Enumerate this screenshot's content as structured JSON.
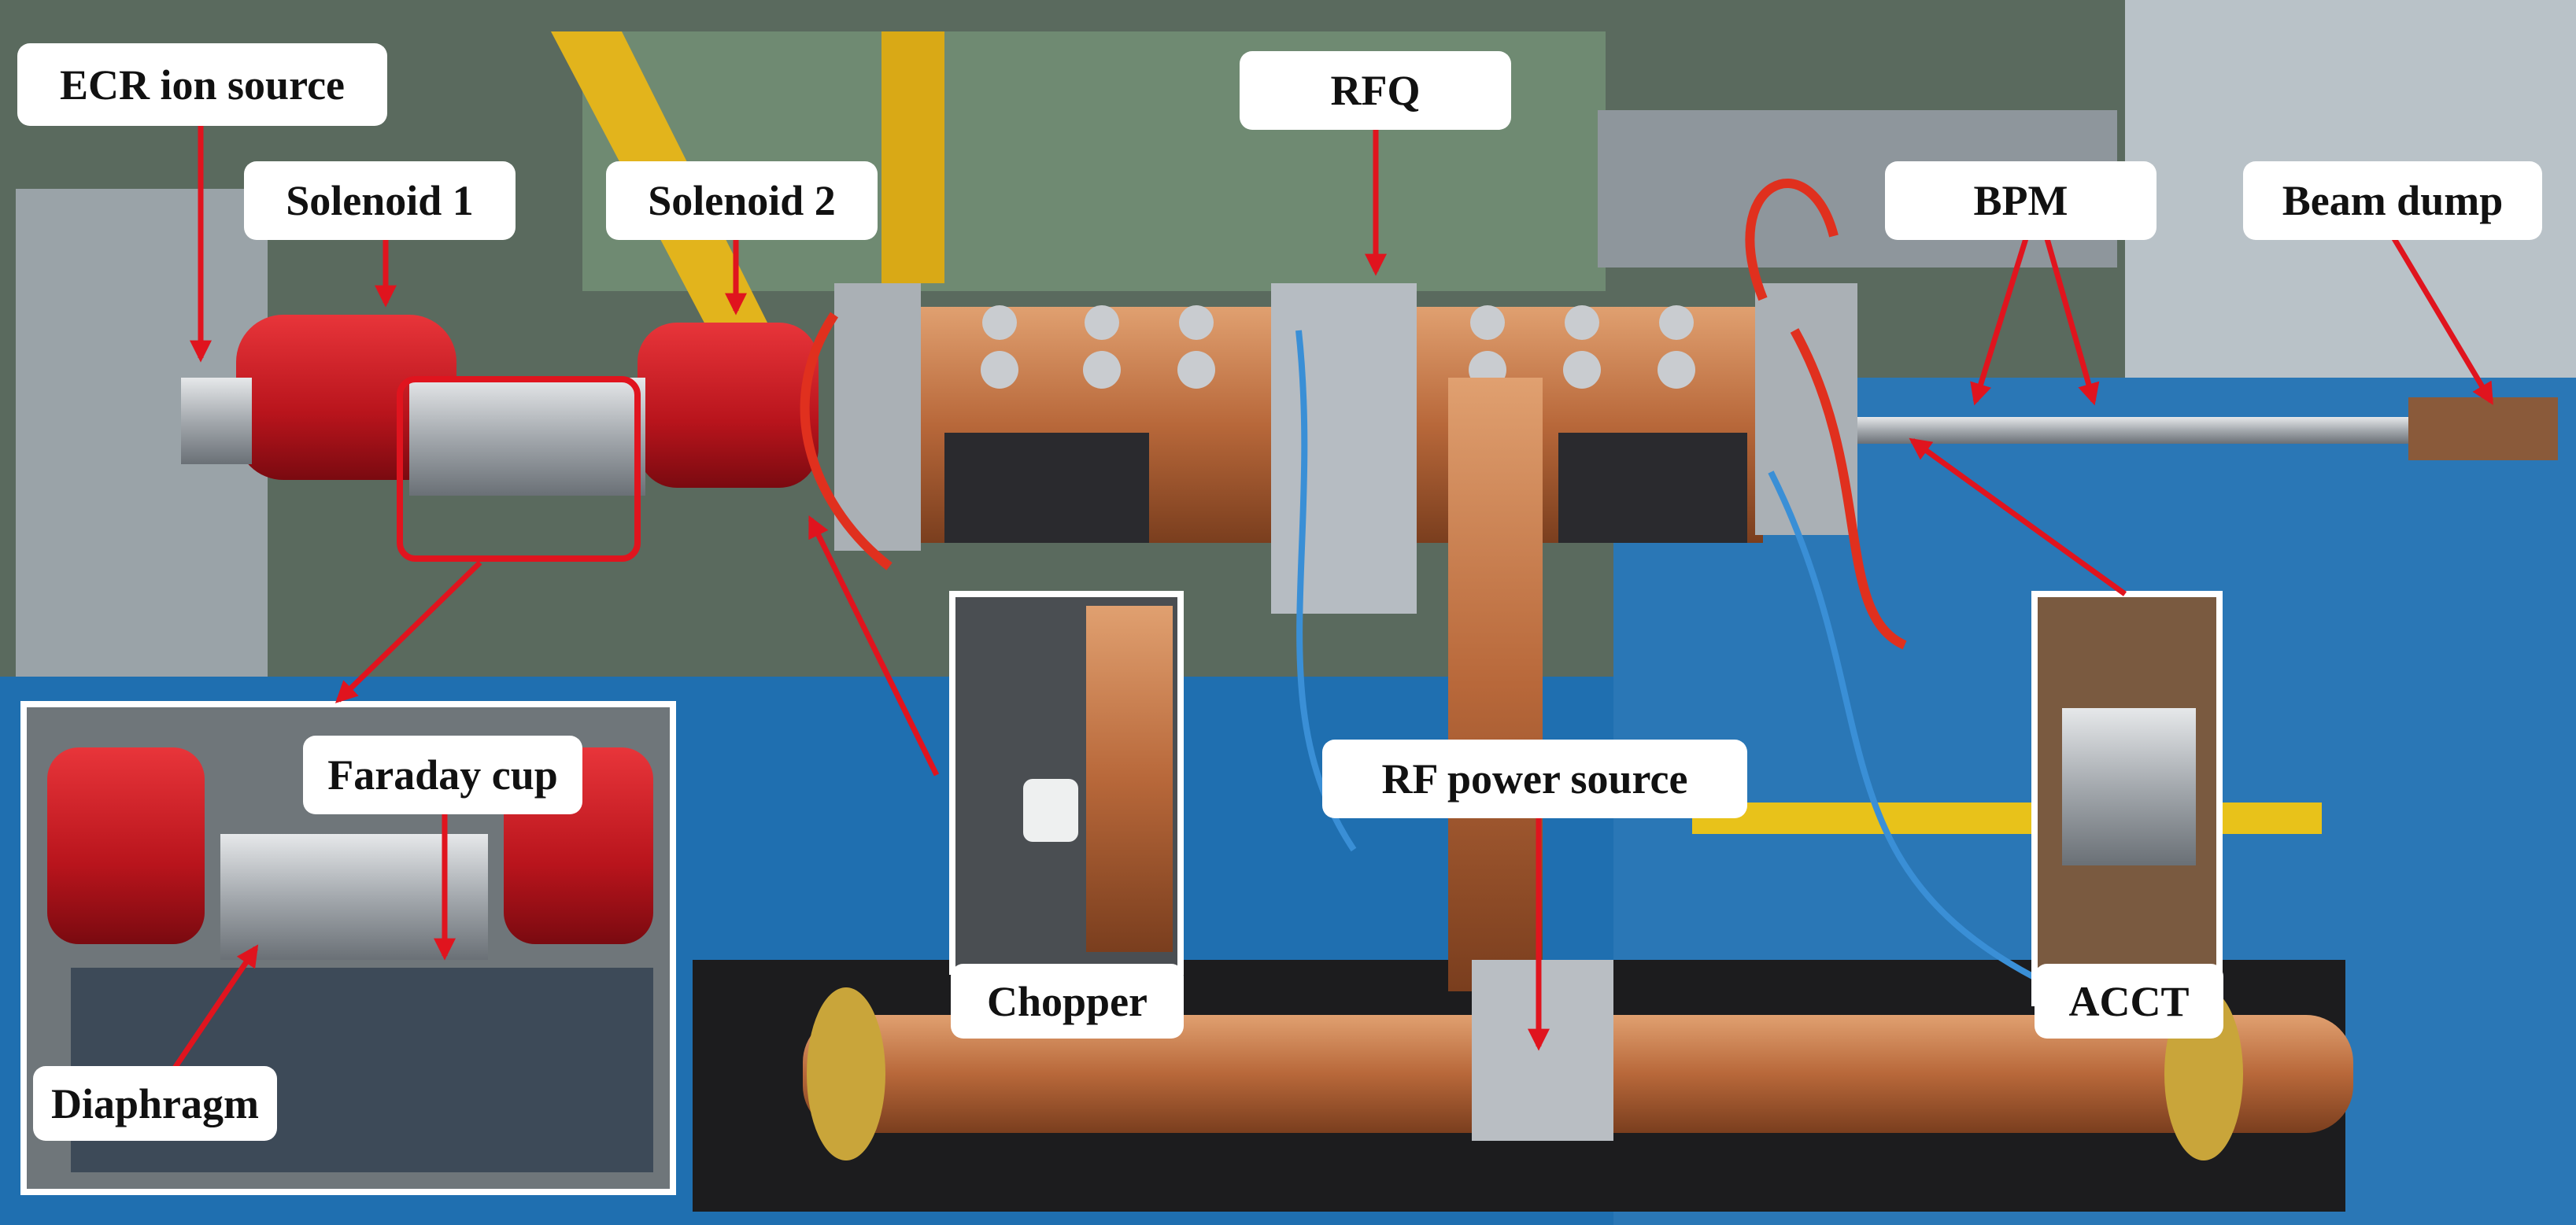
{
  "figure": {
    "labels": {
      "ecr_ion_source": "ECR ion source",
      "solenoid_1": "Solenoid 1",
      "solenoid_2": "Solenoid 2",
      "rfq": "RFQ",
      "bpm": "BPM",
      "beam_dump": "Beam dump",
      "faraday_cup": "Faraday cup",
      "diaphragm": "Diaphragm",
      "chopper": "Chopper",
      "rf_power_source": "RF power source",
      "acct": "ACCT"
    },
    "colors": {
      "arrow": "#e0141e",
      "solenoid_red": "#c8141e",
      "copper": "#c07040",
      "floor_blue": "#1f6fb0",
      "label_bg": "#ffffff"
    }
  }
}
